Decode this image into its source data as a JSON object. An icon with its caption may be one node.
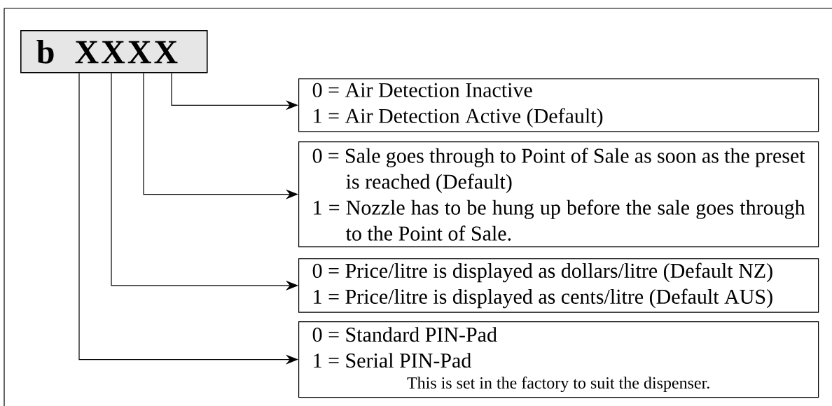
{
  "diagram": {
    "nodes": [
      {
        "text": [
          "b",
          "X",
          "X",
          "X",
          "X"
        ]
      },
      {
        "text": [
          "0 = Air Detection Inactive",
          "1 = Air Detection Active (Default)"
        ]
      },
      {
        "text": [
          "0 = Sale goes through to Point of Sale as soon as the preset is reached (Default)",
          "1 = Nozzle has to be hung up before the sale goes through to the Point of Sale."
        ]
      },
      {
        "text": [
          "0 = Price/litre is displayed as dollars/litre (Default NZ)",
          "1 = Price/litre is displayed as cents/litre (Default AUS)"
        ]
      },
      {
        "text": [
          "0 = Standard PIN-Pad",
          "1 = Serial PIN-Pad",
          "This is set in the factory to suit the dispenser."
        ]
      }
    ],
    "edges": [
      {
        "from": 0,
        "to": 1,
        "arrow": "to"
      },
      {
        "from": 0,
        "to": 2,
        "arrow": "to"
      },
      {
        "from": 0,
        "to": 3,
        "arrow": "to"
      },
      {
        "from": 0,
        "to": 4,
        "arrow": "to"
      }
    ]
  }
}
